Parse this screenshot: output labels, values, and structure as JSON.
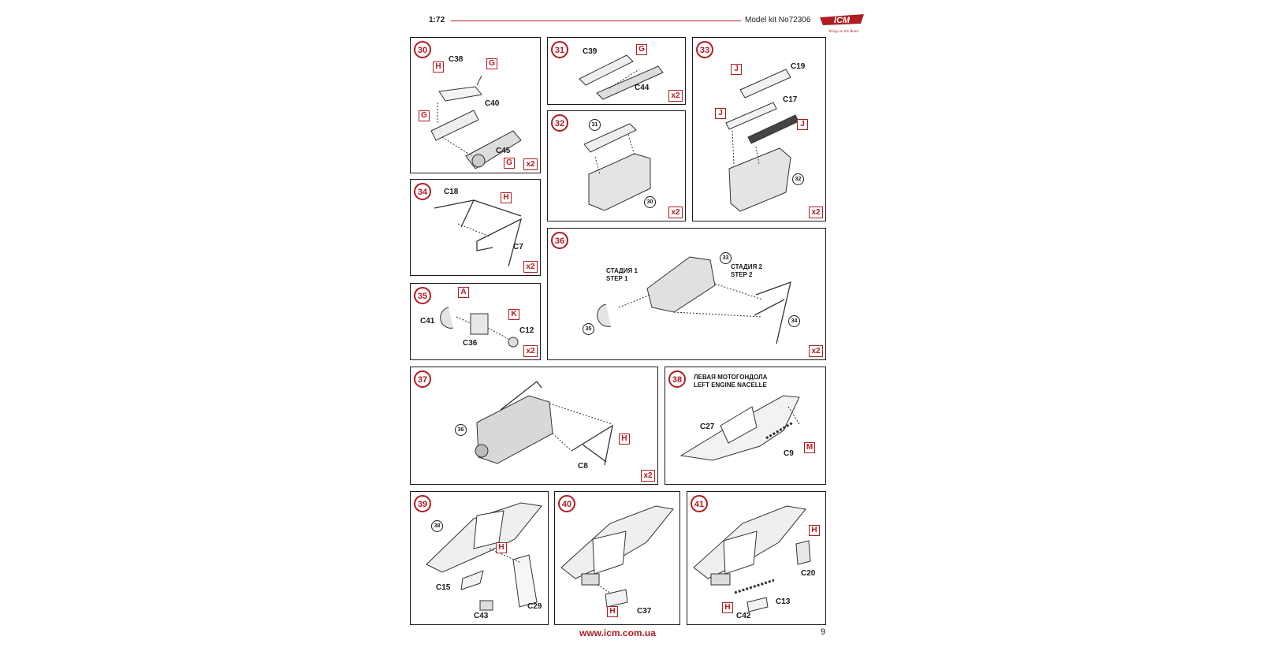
{
  "header": {
    "scale": "1:72",
    "model": "Model kit No72306",
    "brand": "ICM",
    "tagline": "Wings on the Road"
  },
  "colors": {
    "accent": "#b01c22",
    "ink": "#1a1a1a"
  },
  "steps": {
    "s30": {
      "num": "30",
      "mult": "x2",
      "parts": [
        "C38",
        "C40",
        "C45"
      ],
      "sprues": [
        "H",
        "G",
        "G",
        "G"
      ]
    },
    "s31": {
      "num": "31",
      "mult": "x2",
      "parts": [
        "C39",
        "C44"
      ],
      "sprues": [
        "G"
      ]
    },
    "s32": {
      "num": "32",
      "mult": "x2",
      "refs": [
        "31",
        "30"
      ]
    },
    "s33": {
      "num": "33",
      "mult": "x2",
      "parts": [
        "C19",
        "C17"
      ],
      "sprues": [
        "J",
        "J",
        "J"
      ],
      "refs": [
        "32"
      ]
    },
    "s34": {
      "num": "34",
      "mult": "x2",
      "parts": [
        "C18",
        "C7"
      ],
      "sprues": [
        "H"
      ]
    },
    "s35": {
      "num": "35",
      "mult": "x2",
      "parts": [
        "C41",
        "C36",
        "C12"
      ],
      "sprues": [
        "A",
        "K"
      ]
    },
    "s36": {
      "num": "36",
      "mult": "x2",
      "refs": [
        "33",
        "35",
        "34"
      ],
      "stage1": {
        "ru": "СТАДИЯ 1",
        "en": "STEP 1"
      },
      "stage2": {
        "ru": "СТАДИЯ 2",
        "en": "STEP 2"
      }
    },
    "s37": {
      "num": "37",
      "mult": "x2",
      "parts": [
        "C8"
      ],
      "sprues": [
        "H"
      ],
      "refs": [
        "36"
      ]
    },
    "s38": {
      "num": "38",
      "title_ru": "ЛЕВАЯ МОТОГОНДОЛА",
      "title_en": "LEFT ENGINE NACELLE",
      "parts": [
        "C27",
        "C9"
      ],
      "sprues": [
        "M"
      ]
    },
    "s39": {
      "num": "39",
      "parts": [
        "C15",
        "C43",
        "C29"
      ],
      "sprues": [
        "H"
      ],
      "refs": [
        "38"
      ]
    },
    "s40": {
      "num": "40",
      "parts": [
        "C37"
      ],
      "sprues": [
        "H"
      ]
    },
    "s41": {
      "num": "41",
      "parts": [
        "C20",
        "C13",
        "C42"
      ],
      "sprues": [
        "H",
        "H"
      ]
    }
  },
  "footer": {
    "url": "www.icm.com.ua",
    "page": "9"
  }
}
